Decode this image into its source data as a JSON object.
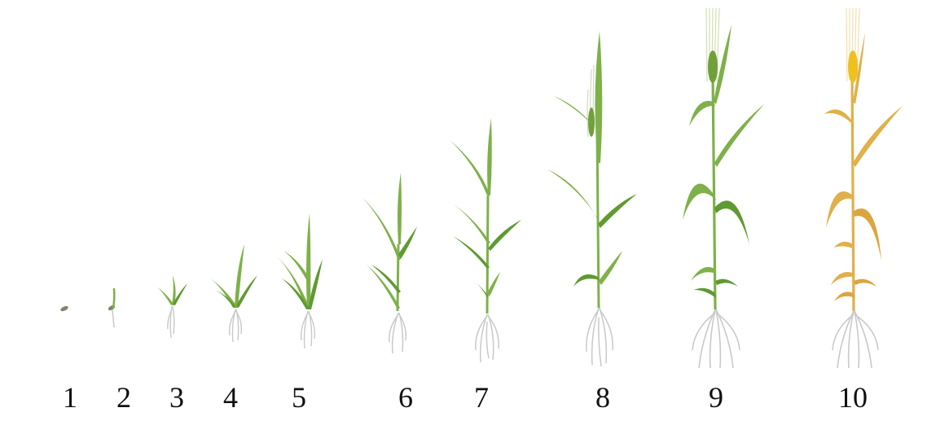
{
  "stages": [
    {
      "label": "1"
    },
    {
      "label": "2"
    },
    {
      "label": "3"
    },
    {
      "label": "4"
    },
    {
      "label": "5"
    },
    {
      "label": "6"
    },
    {
      "label": "7"
    },
    {
      "label": "8"
    },
    {
      "label": "9"
    },
    {
      "label": "10"
    }
  ],
  "colors": {
    "leaf_green": "#7fb04a",
    "leaf_green_dark": "#5f9a32",
    "leaf_gold": "#e0b04a",
    "ear_gold": "#f0c020",
    "root_gray": "#c9c9c9",
    "seed": "#8a7f6a",
    "label": "#111111"
  },
  "icons": [
    "seed-icon",
    "wheat-plant-icon",
    "roots-icon",
    "wheat-ear-icon"
  ]
}
